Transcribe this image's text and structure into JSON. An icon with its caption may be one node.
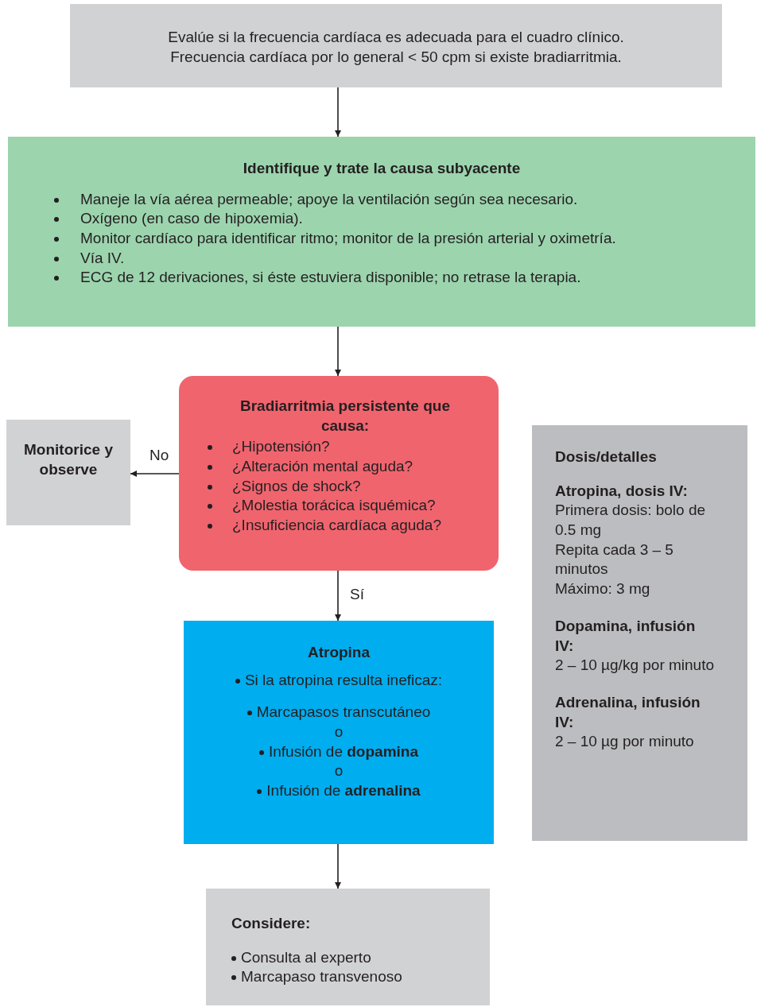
{
  "diagram": {
    "nodes": [
      {
        "text": [
          "Evalúe si la frecuencia cardíaca es adecuada para el cuadro clínico.",
          "Frecuencia cardíaca por lo general < 50 cpm si existe bradiarritmia."
        ]
      },
      {
        "text": [
          "Identifique y trate la causa subyacente",
          "Maneje la vía aérea permeable; apoye la ventilación según sea necesario.",
          "Oxígeno (en caso de hipoxemia).",
          "Monitor cardíaco para identificar ritmo; monitor de la presión arterial y oximetría.",
          "Vía IV.",
          "ECG de 12 derivaciones, si éste estuviera disponible; no retrase la terapia."
        ]
      },
      {
        "text": [
          "Bradiarritmia persistente que causa:",
          "¿Hipotensión?",
          "¿Alteración mental aguda?",
          "¿Signos de shock?",
          "¿Molestia torácica isquémica?",
          "¿Insuficiencia cardíaca aguda?"
        ]
      },
      {
        "text": [
          "Monitorice y observe"
        ]
      },
      {
        "text": [
          "Atropina",
          "Si la atropina resulta ineficaz:",
          "Marcapasos transcutáneo",
          "o",
          "Infusión de **dopamina**",
          "o",
          "Infusión de **adrenalina**"
        ]
      },
      {
        "text": [
          "Dosis/detalles",
          "Atropina, dosis IV:",
          "Primera dosis: bolo de 0.5 mg",
          "Repita cada 3 – 5 minutos",
          "Máximo: 3 mg",
          "Dopamina, infusión IV:",
          "2 – 10 µg/kg por minuto",
          "Adrenalina, infusión IV:",
          "2 – 10 µg por minuto"
        ]
      },
      {
        "text": [
          "Considere:",
          "Consulta al experto",
          "Marcapaso transvenoso"
        ]
      }
    ],
    "edges": [
      {
        "from": 0,
        "to": 1,
        "arrow": "to"
      },
      {
        "from": 1,
        "to": 2,
        "arrow": "to"
      },
      {
        "from": 2,
        "to": 3,
        "arrow": "to",
        "label": "No"
      },
      {
        "from": 2,
        "to": 4,
        "arrow": "to",
        "label": "Sí"
      },
      {
        "from": 4,
        "to": 6,
        "arrow": "to"
      }
    ]
  }
}
